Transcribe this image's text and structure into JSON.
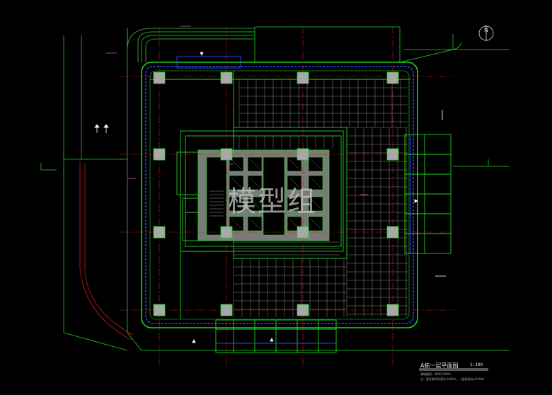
{
  "watermark": "模型组",
  "drawing": {
    "title": "A栋一层平面图",
    "scale": "1:100",
    "note_line1": "建筑面积：XXXX.XXm²",
    "note_line2": "注：室外地坪标高为-0.45m，一层标高为±0.00m"
  },
  "north_arrow": {
    "label": "N"
  },
  "colors": {
    "background": "#000000",
    "wall_green": "#1fd41f",
    "axis_red": "#c81e1e",
    "blue": "#2a4cff",
    "grid_gray": "#8a8a8a",
    "column_gray": "#a8a8a8"
  }
}
